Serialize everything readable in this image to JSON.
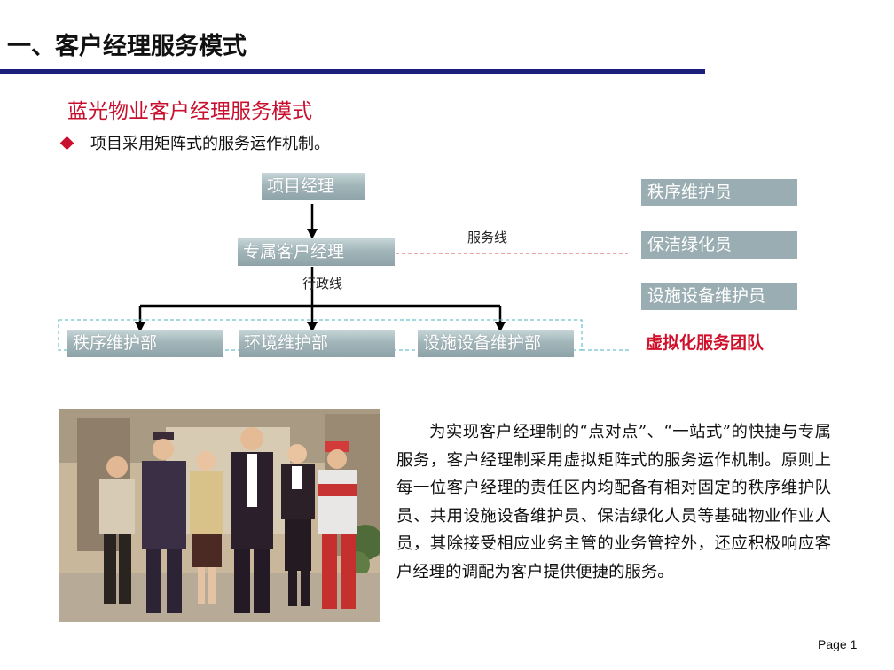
{
  "header": {
    "title": "一、客户经理服务模式",
    "subtitle": "蓝光物业客户经理服务模式"
  },
  "bullet": {
    "text": "项目采用矩阵式的服务运作机制。"
  },
  "diagram": {
    "top_box": "项目经理",
    "middle_box": "专属客户经理",
    "service_line_label": "服务线",
    "admin_line_label": "行政线",
    "departments": [
      "秩序维护部",
      "环境维护部",
      "设施设备维护部"
    ],
    "roles": [
      "秩序维护员",
      "保洁绿化员",
      "设施设备维护员"
    ],
    "virtual_team_label": "虚拟化服务团队",
    "colors": {
      "box_fill": "#9aadb2",
      "service_line": "#d9534f",
      "dept_frame": "#49b3bf",
      "virtual_team": "#d0102a"
    }
  },
  "body": {
    "paragraph": "为实现客户经理制的“点对点”、“一站式”的快捷与专属服务，客户经理制采用虚拟矩阵式的服务运作机制。原则上每一位客户经理的责任区内均配备有相对固定的秩序维护队员、共用设施设备维护员、保洁绿化人员等基础物业作业人员，其除接受相应业务主管的业务管控外，还应积极响应客户经理的调配为客户提供便捷的服务。"
  },
  "footer": {
    "page_label": "Page 1"
  }
}
